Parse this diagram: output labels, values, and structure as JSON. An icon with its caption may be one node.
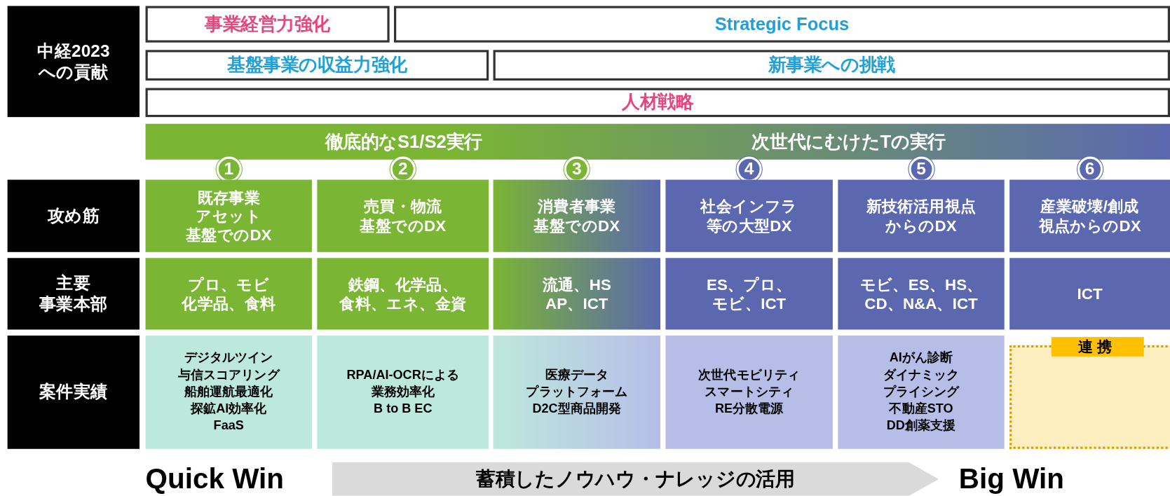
{
  "diagram": {
    "nodes": [
      {
        "text": [
          "中経2023",
          "への貢献"
        ]
      },
      {
        "text": [
          "事業経営力強化"
        ]
      },
      {
        "text": [
          "Strategic Focus"
        ]
      },
      {
        "text": [
          "基盤事業の収益力強化"
        ]
      },
      {
        "text": [
          "新事業への挑戦"
        ]
      },
      {
        "text": [
          "人材戦略"
        ]
      },
      {
        "text": [
          "徹底的なS1/S2実行",
          "次世代にむけたTの実行"
        ]
      },
      {
        "text": [
          "1"
        ]
      },
      {
        "text": [
          "2"
        ]
      },
      {
        "text": [
          "3"
        ]
      },
      {
        "text": [
          "4"
        ]
      },
      {
        "text": [
          "5"
        ]
      },
      {
        "text": [
          "6"
        ]
      },
      {
        "text": [
          "攻め筋"
        ]
      },
      {
        "text": [
          "既存事業",
          "アセット",
          "基盤でのDX"
        ]
      },
      {
        "text": [
          "売買・物流",
          "基盤でのDX"
        ]
      },
      {
        "text": [
          "消費者事業",
          "基盤でのDX"
        ]
      },
      {
        "text": [
          "社会インフラ",
          "等の大型DX"
        ]
      },
      {
        "text": [
          "新技術活用視点",
          "からのDX"
        ]
      },
      {
        "text": [
          "産業破壊/創成",
          "視点からのDX"
        ]
      },
      {
        "text": [
          "主要",
          "事業本部"
        ]
      },
      {
        "text": [
          "プロ、モビ",
          "化学品、食料"
        ]
      },
      {
        "text": [
          "鉄鋼、化学品、",
          "食料、エネ、金資"
        ]
      },
      {
        "text": [
          "流通、HS",
          "AP、ICT"
        ]
      },
      {
        "text": [
          "ES、プロ、",
          "モビ、ICT"
        ]
      },
      {
        "text": [
          "モビ、ES、HS、",
          "CD、N&A、ICT"
        ]
      },
      {
        "text": [
          "ICT"
        ]
      },
      {
        "text": [
          "案件実績"
        ]
      },
      {
        "text": [
          "デジタルツイン",
          "与信スコアリング",
          "船舶運航最適化",
          "探鉱AI効率化",
          "FaaS"
        ]
      },
      {
        "text": [
          "RPA/AI-OCRによる",
          "業務効率化",
          "B to B EC"
        ]
      },
      {
        "text": [
          "医療データ",
          "プラットフォーム",
          "D2C型商品開発"
        ]
      },
      {
        "text": [
          "次世代モビリティ",
          "スマートシティ",
          "RE分散電源"
        ]
      },
      {
        "text": [
          "AIがん診断",
          "ダイナミック",
          "プライシング",
          "不動産STO",
          "DD創薬支援"
        ]
      },
      {
        "text": [
          "連携"
        ]
      },
      {
        "text": [
          "蓄積したノウハウ・ナレッジの活用"
        ]
      }
    ],
    "labels": [
      "Quick Win",
      "Big Win"
    ]
  }
}
